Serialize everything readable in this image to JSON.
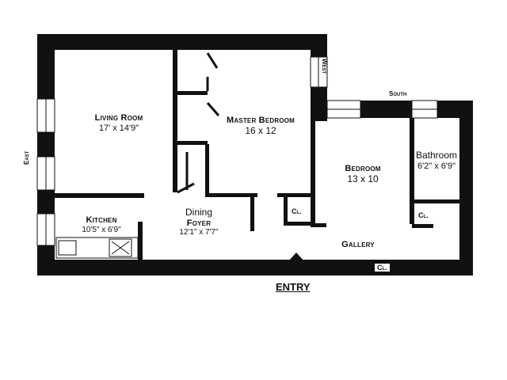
{
  "compass": {
    "west": "West",
    "south": "South",
    "east": "East"
  },
  "rooms": {
    "living_room": {
      "name": "Living Room",
      "dims": "17' x 14'9\""
    },
    "master_bedroom": {
      "name": "Master Bedroom",
      "dims": "16 x 12"
    },
    "bedroom": {
      "name": "Bedroom",
      "dims": "13 x 10"
    },
    "bathroom": {
      "name": "Bathroom",
      "dims": "6'2\" x 6'9\""
    },
    "kitchen": {
      "name": "Kitchen",
      "dims": "10'5\"  x  6'9\""
    },
    "dining": {
      "line1": "Dining",
      "line2": "Foyer",
      "dims": "12'1\"  x  7'7\""
    },
    "gallery": {
      "name": "Gallery"
    }
  },
  "closets": {
    "cl1": "Cl.",
    "cl2": "Cl.",
    "cl3": "Cl."
  },
  "entry": {
    "label": "ENTRY"
  },
  "colors": {
    "wall": "#111111",
    "window": "#ffffff",
    "background": "#ffffff"
  }
}
